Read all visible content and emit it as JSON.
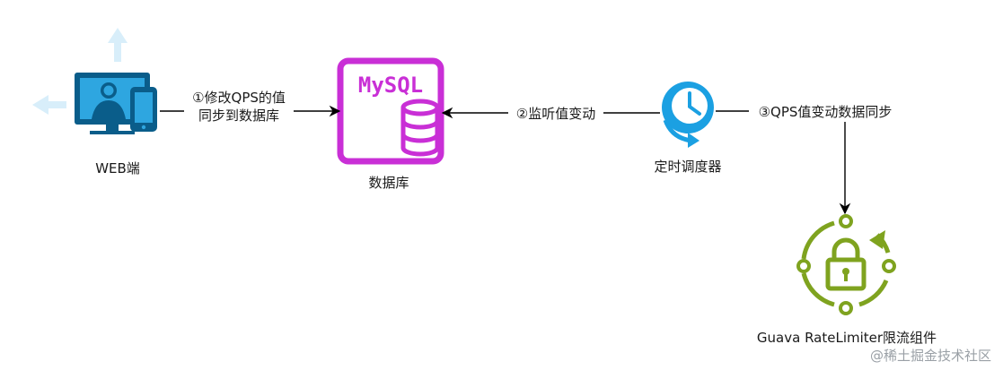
{
  "nodes": {
    "web": {
      "label": "WEB端"
    },
    "db": {
      "label": "数据库",
      "logo_text": "MySQL"
    },
    "scheduler": {
      "label": "定时调度器"
    },
    "guava": {
      "label": "Guava RateLimiter限流组件"
    }
  },
  "edges": {
    "e1": {
      "line1": "①修改QPS的值",
      "line2": "同步到数据库"
    },
    "e2": {
      "label": "②监听值变动"
    },
    "e3": {
      "label": "③QPS值变动数据同步"
    }
  },
  "watermark": "@稀土掘金技术社区",
  "colors": {
    "web_icon": "#0a5d8a",
    "web_icon_light": "#2ea6e0",
    "mysql": "#c92fd6",
    "clock": "#1ba0e2",
    "guava": "#7fa31f",
    "arrow": "#000000",
    "arrow_hint": "#d8eefa"
  },
  "icons": {
    "web": "monitor-phone-user-icon",
    "db": "mysql-database-icon",
    "scheduler": "clock-refresh-icon",
    "guava": "lock-cycle-icon"
  }
}
